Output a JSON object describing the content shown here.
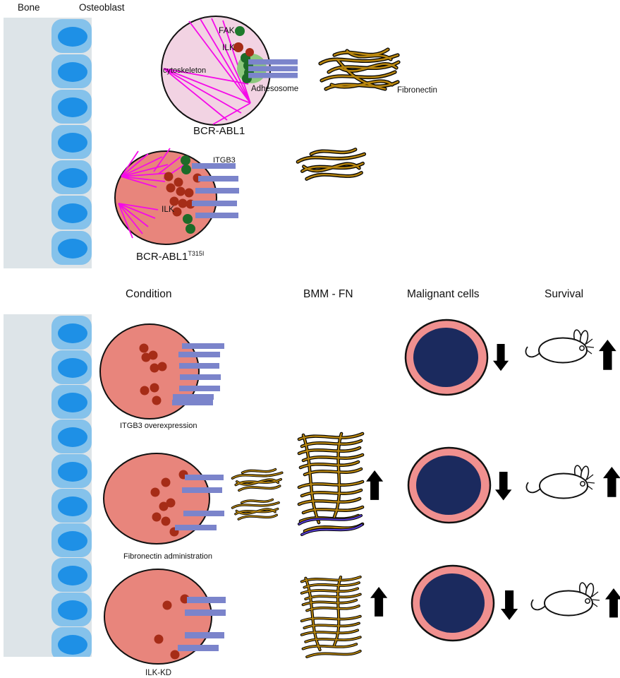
{
  "figure": {
    "left_labels": {
      "bone": "Bone",
      "osteoblast": "Osteoblast"
    },
    "top_panel": {
      "cell1": {
        "name": "BCR-ABL1",
        "fak_label": "FAK",
        "ilk_label": "ILK",
        "cytoskeleton_label": "cytoskeleton",
        "adhesosome_label": "Adhesosome"
      },
      "cell2": {
        "name_base": "BCR-ABL1",
        "name_sup": "T315I",
        "itgb3_label": "ITGB3",
        "ilk_label": "ILK"
      },
      "fibronectin_label": "Fibronectin"
    },
    "table": {
      "headers": [
        "Condition",
        "BMM - FN",
        "Malignant cells",
        "Survival"
      ],
      "rows": [
        {
          "condition": "ITGB3 overexpression",
          "bmm_fn_change": null,
          "malignant_cells_change": "decrease",
          "survival_change": "increase"
        },
        {
          "condition": "Fibronectin administration",
          "bmm_fn_change": "increase",
          "malignant_cells_change": "decrease",
          "survival_change": "increase"
        },
        {
          "condition": "ILK-KD",
          "bmm_fn_change": "increase",
          "malignant_cells_change": "decrease",
          "survival_change": "increase"
        }
      ]
    },
    "colors": {
      "bone": "#dde4e8",
      "osteoblast_body": "#85c2eb",
      "osteoblast_nucleus": "#1e90e6",
      "cell_bcrabl1": "#f2d3e3",
      "cell_t315i": "#e8857c",
      "cytoskeleton_magenta": "#f50ae8",
      "integrin_bar": "#7b84cb",
      "ilk_dot": "#a62c17",
      "fak_dot": "#1d7a2c",
      "adhesosome_fill": "#8cc87d",
      "fibronectin_gold": "#b8860f",
      "fibronectin_accent_purple": "#5a3fd6",
      "malignant_ring": "#f0908f",
      "malignant_core": "#1b2a5e",
      "arrow": "#000000"
    }
  }
}
